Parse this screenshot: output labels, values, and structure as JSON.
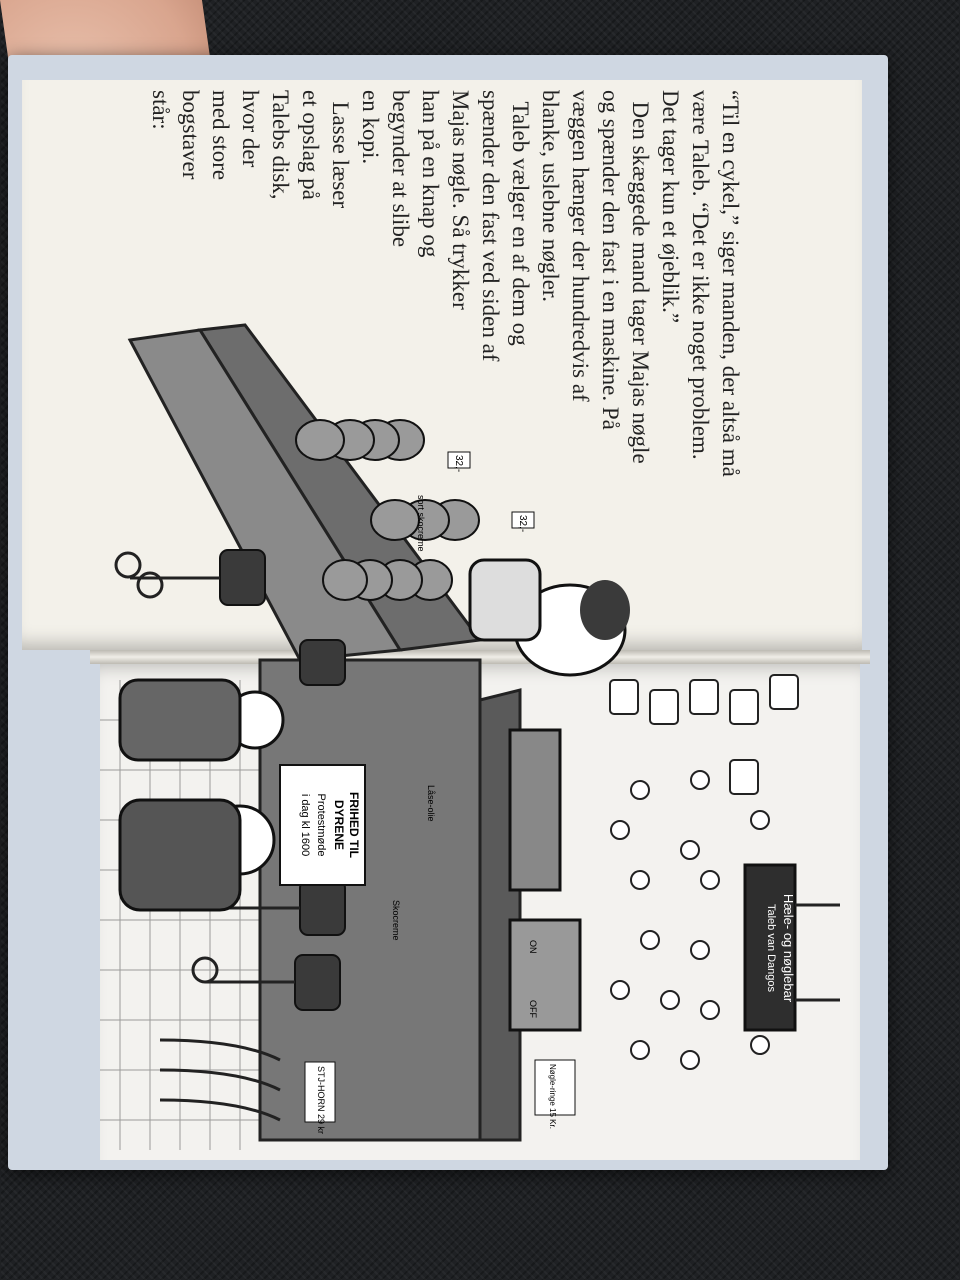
{
  "story": {
    "lines": [
      "“Til en cykel,” siger manden, der altså må",
      "være Taleb. “Det er ikke noget problem.",
      "Det tager kun et øjeblik.”",
      "  Den skæggede mand tager Majas nøgle",
      "og spænder den fast i en maskine. På",
      "væggen hænger der hundredvis af",
      "blanke, uslebne nøgler.",
      "  Taleb vælger en af dem og",
      "spænder den fast ved siden af",
      "Majas nøgle. Så trykker",
      "han på en knap og",
      "begynder at slibe",
      "en kopi.",
      "  Lasse læser",
      "et opslag på",
      "Talebs disk,",
      "hvor der",
      "med store",
      "bogstaver",
      "står:"
    ]
  },
  "shop_sign": {
    "line1": "Taleb van Dangos",
    "line2": "Hæle- og nøglebar"
  },
  "poster": {
    "line1": "FRIHED TIL",
    "line2": "DYRENE",
    "line3": "Protestmøde",
    "line4": "i dag kl 1600"
  },
  "price_tags": {
    "top": "32,-",
    "top2": "32,-",
    "keyring": "Nøgle-ringe 15 Kr.",
    "stool": "STJ-HORN 29 kr"
  },
  "machine": {
    "on": "ON",
    "off": "OFF"
  },
  "products": {
    "oil": "Låse-olie",
    "shoe_cream": "Skocreme",
    "black_shoe_cream": "sort skocreme"
  }
}
